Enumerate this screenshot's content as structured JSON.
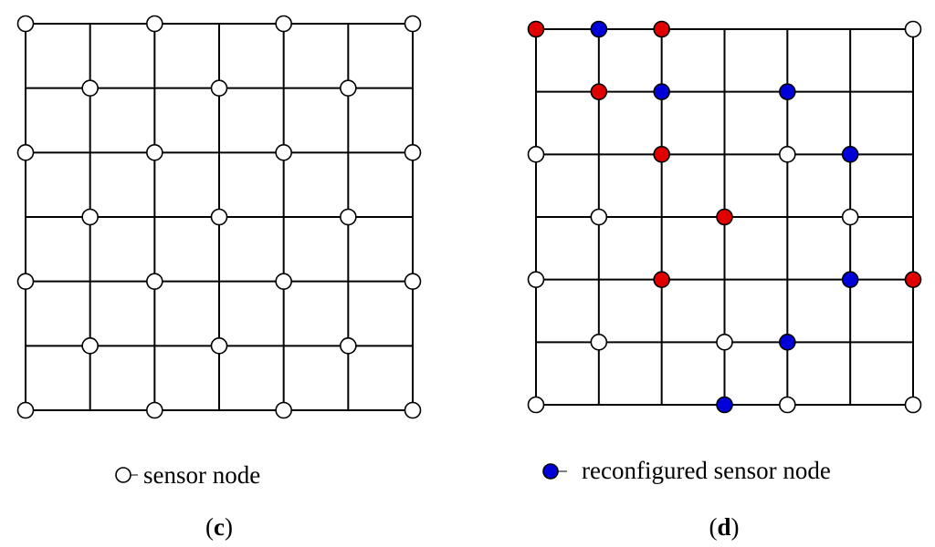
{
  "palette": {
    "sensor": "#ffffff",
    "reconfigured": "#0000d8",
    "highlight": "#e00000",
    "line": "#000000"
  },
  "panel_c": {
    "caption_open": "(",
    "caption_letter": "c",
    "caption_close": ")",
    "legend_label": "sensor node",
    "grid": {
      "cols": 7,
      "rows": 7
    },
    "nodes": [
      {
        "col": 0,
        "row": 0,
        "type": "sensor"
      },
      {
        "col": 2,
        "row": 0,
        "type": "sensor"
      },
      {
        "col": 4,
        "row": 0,
        "type": "sensor"
      },
      {
        "col": 6,
        "row": 0,
        "type": "sensor"
      },
      {
        "col": 1,
        "row": 1,
        "type": "sensor"
      },
      {
        "col": 3,
        "row": 1,
        "type": "sensor"
      },
      {
        "col": 5,
        "row": 1,
        "type": "sensor"
      },
      {
        "col": 0,
        "row": 2,
        "type": "sensor"
      },
      {
        "col": 2,
        "row": 2,
        "type": "sensor"
      },
      {
        "col": 4,
        "row": 2,
        "type": "sensor"
      },
      {
        "col": 6,
        "row": 2,
        "type": "sensor"
      },
      {
        "col": 1,
        "row": 3,
        "type": "sensor"
      },
      {
        "col": 3,
        "row": 3,
        "type": "sensor"
      },
      {
        "col": 5,
        "row": 3,
        "type": "sensor"
      },
      {
        "col": 0,
        "row": 4,
        "type": "sensor"
      },
      {
        "col": 2,
        "row": 4,
        "type": "sensor"
      },
      {
        "col": 4,
        "row": 4,
        "type": "sensor"
      },
      {
        "col": 6,
        "row": 4,
        "type": "sensor"
      },
      {
        "col": 1,
        "row": 5,
        "type": "sensor"
      },
      {
        "col": 3,
        "row": 5,
        "type": "sensor"
      },
      {
        "col": 5,
        "row": 5,
        "type": "sensor"
      },
      {
        "col": 0,
        "row": 6,
        "type": "sensor"
      },
      {
        "col": 2,
        "row": 6,
        "type": "sensor"
      },
      {
        "col": 4,
        "row": 6,
        "type": "sensor"
      },
      {
        "col": 6,
        "row": 6,
        "type": "sensor"
      }
    ]
  },
  "panel_d": {
    "caption_open": "(",
    "caption_letter": "d",
    "caption_close": ")",
    "legend_label": "reconfigured sensor node",
    "grid": {
      "cols": 7,
      "rows": 7
    },
    "nodes": [
      {
        "col": 0,
        "row": 0,
        "type": "highlight"
      },
      {
        "col": 1,
        "row": 0,
        "type": "reconfigured"
      },
      {
        "col": 2,
        "row": 0,
        "type": "highlight"
      },
      {
        "col": 6,
        "row": 0,
        "type": "sensor"
      },
      {
        "col": 1,
        "row": 1,
        "type": "highlight"
      },
      {
        "col": 2,
        "row": 1,
        "type": "reconfigured"
      },
      {
        "col": 4,
        "row": 1,
        "type": "reconfigured"
      },
      {
        "col": 0,
        "row": 2,
        "type": "sensor"
      },
      {
        "col": 2,
        "row": 2,
        "type": "highlight"
      },
      {
        "col": 4,
        "row": 2,
        "type": "sensor"
      },
      {
        "col": 5,
        "row": 2,
        "type": "reconfigured"
      },
      {
        "col": 1,
        "row": 3,
        "type": "sensor"
      },
      {
        "col": 3,
        "row": 3,
        "type": "highlight"
      },
      {
        "col": 5,
        "row": 3,
        "type": "sensor"
      },
      {
        "col": 0,
        "row": 4,
        "type": "sensor"
      },
      {
        "col": 2,
        "row": 4,
        "type": "highlight"
      },
      {
        "col": 5,
        "row": 4,
        "type": "reconfigured"
      },
      {
        "col": 6,
        "row": 4,
        "type": "highlight"
      },
      {
        "col": 1,
        "row": 5,
        "type": "sensor"
      },
      {
        "col": 3,
        "row": 5,
        "type": "sensor"
      },
      {
        "col": 4,
        "row": 5,
        "type": "reconfigured"
      },
      {
        "col": 0,
        "row": 6,
        "type": "sensor"
      },
      {
        "col": 3,
        "row": 6,
        "type": "reconfigured"
      },
      {
        "col": 4,
        "row": 6,
        "type": "sensor"
      },
      {
        "col": 6,
        "row": 6,
        "type": "sensor"
      }
    ]
  }
}
